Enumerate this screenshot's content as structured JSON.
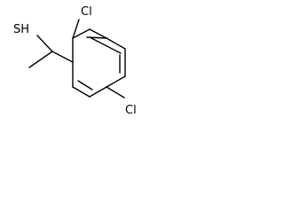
{
  "molecule": {
    "atoms": {
      "thiol": "SH",
      "chloro_top": "Cl",
      "chloro_bottom": "Cl"
    }
  },
  "colors": {
    "background": "#ffffff",
    "bond": "#000000",
    "label": "#000000"
  }
}
